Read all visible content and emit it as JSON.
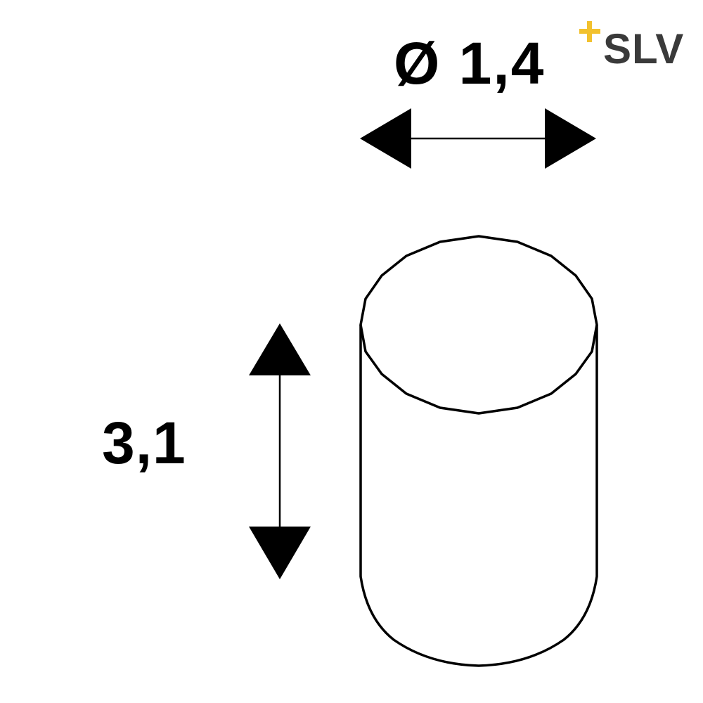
{
  "diagram": {
    "diameter_label": "Ø 1,4",
    "height_label": "3,1"
  },
  "logo": {
    "text": "SLV",
    "spark_color": "#f2c12e",
    "text_color": "#3a3a3a"
  },
  "colors": {
    "line": "#000000",
    "background": "#ffffff"
  }
}
